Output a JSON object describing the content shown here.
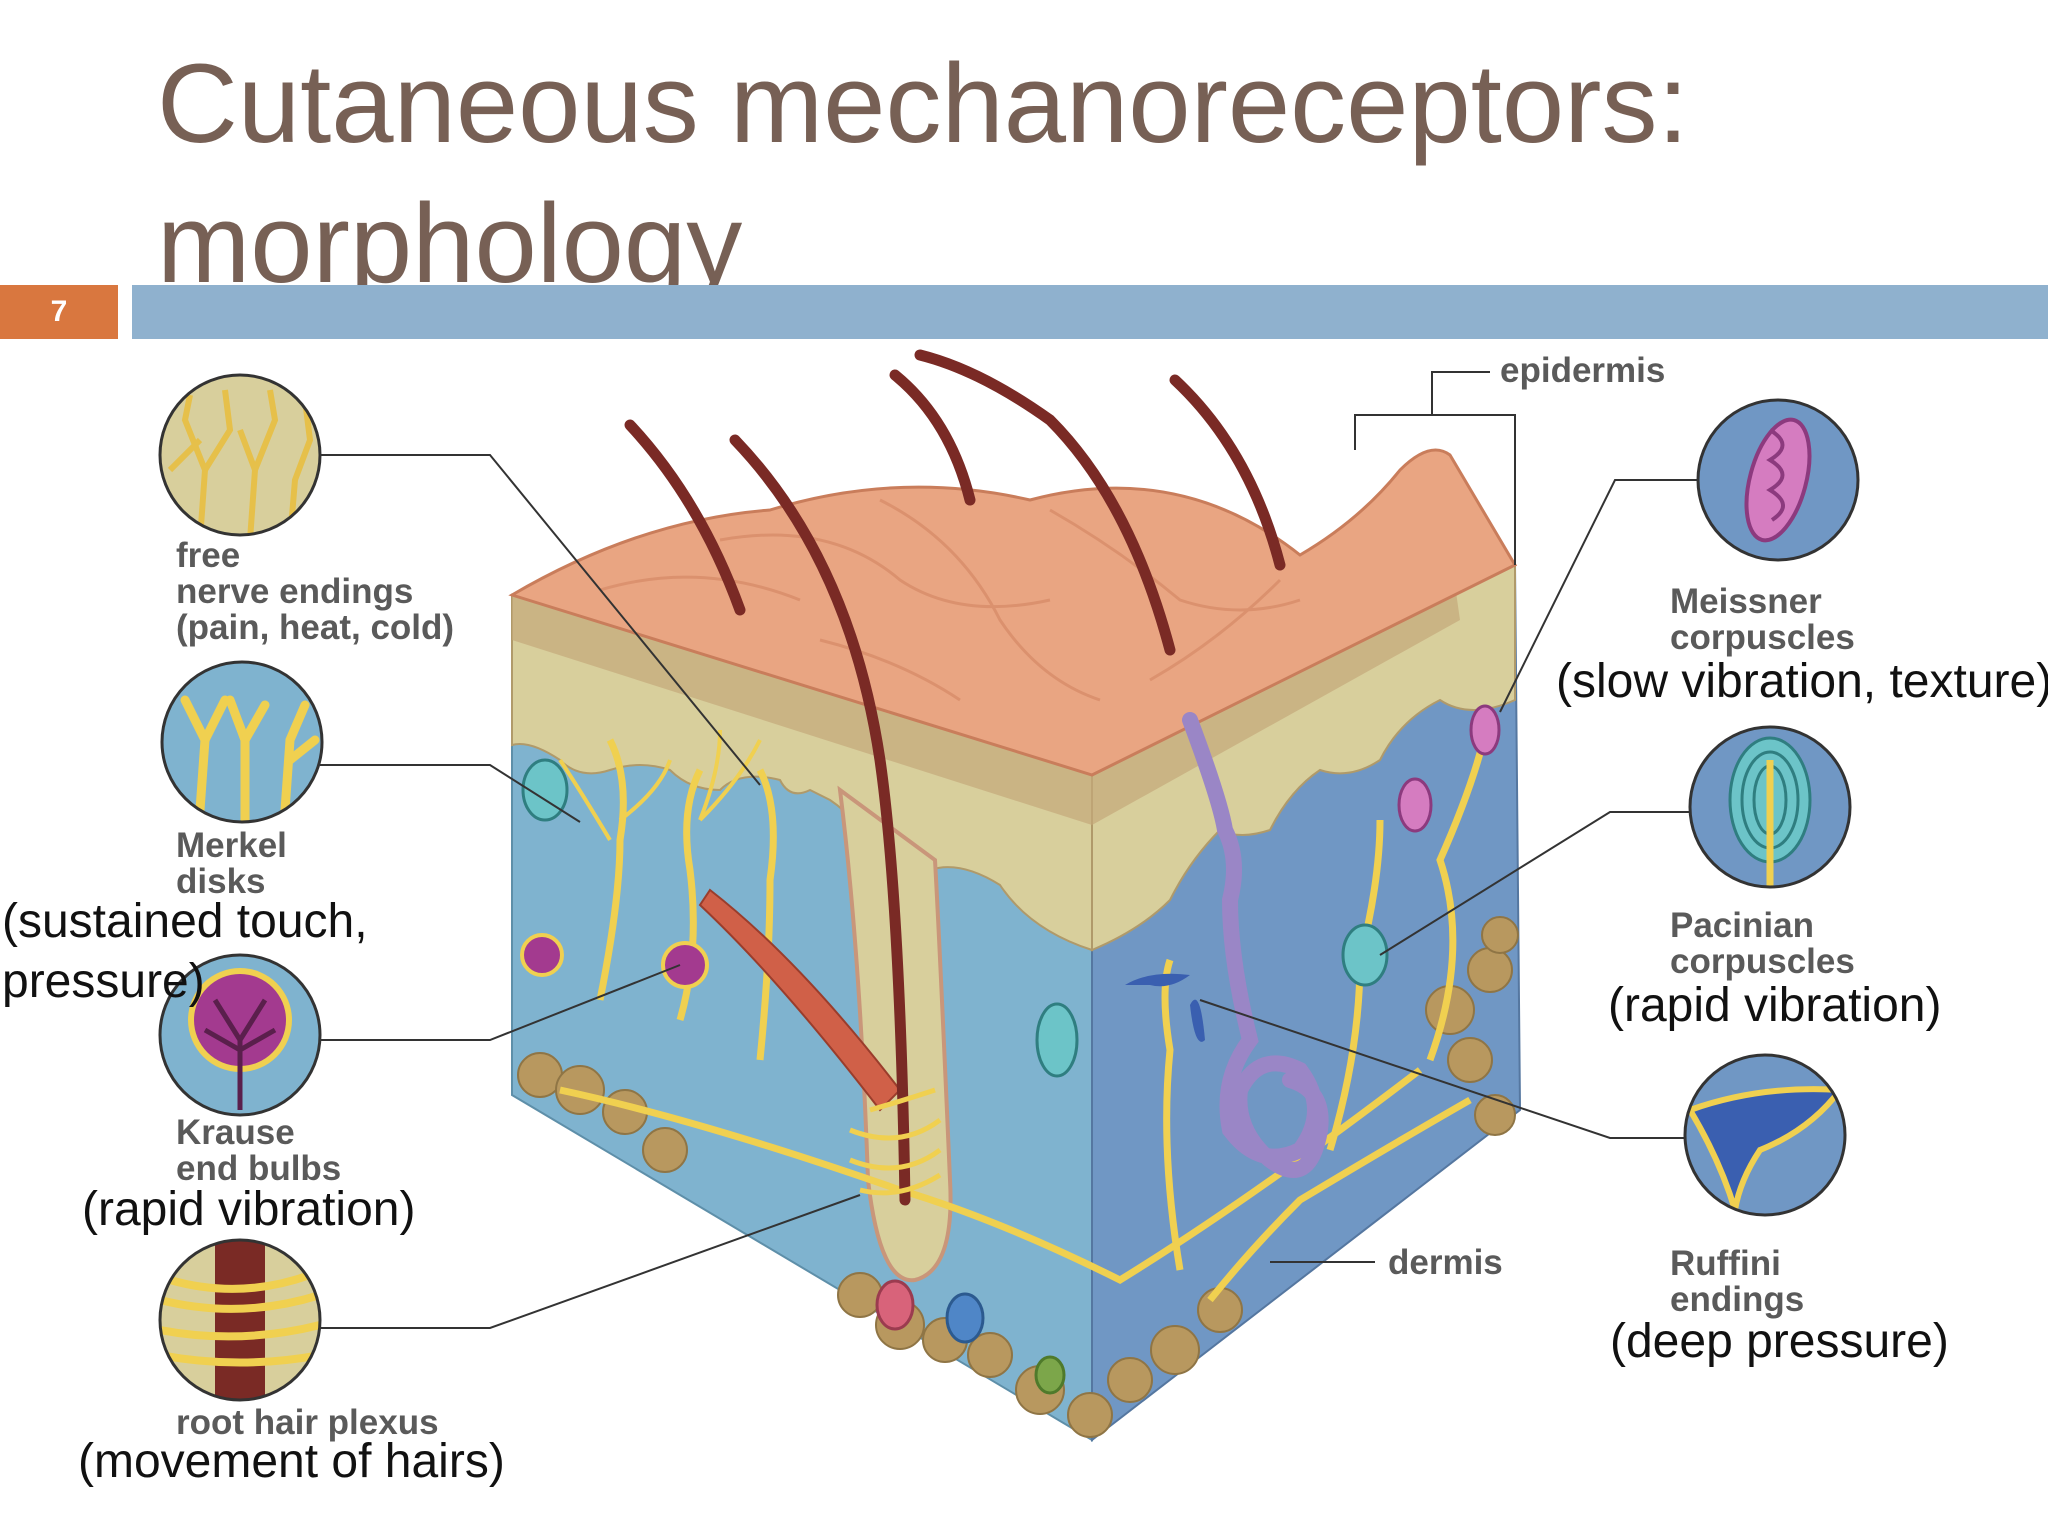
{
  "slide": {
    "title_line1": "Cutaneous mechanoreceptors:",
    "title_line2": "morphology",
    "slide_number": "7"
  },
  "labels": {
    "epidermis": "epidermis",
    "dermis": "dermis",
    "free_nerve_endings": "free\nnerve endings\n(pain, heat, cold)",
    "merkel_disks": "Merkel\ndisks",
    "krause_end_bulbs": "Krause\nend bulbs",
    "root_hair_plexus": "root hair plexus",
    "meissner_corpuscles": "Meissner\ncorpuscles",
    "pacinian_corpuscles": "Pacinian\ncorpuscles",
    "ruffini_endings": "Ruffini\nendings"
  },
  "annotations": {
    "merkel": "(sustained touch,\npressure)",
    "krause": "(rapid vibration)",
    "root_hair": "(movement of hairs)",
    "meissner": "(slow vibration, texture)",
    "pacinian": "(rapid vibration)",
    "ruffini": "(deep pressure)"
  },
  "colors": {
    "title": "#776055",
    "slide_number_bg": "#d9773f",
    "title_rule": "#8fb1ce",
    "skin_surface": "#e9a582",
    "dermis_blue": "#7fb3cf",
    "epidermis_tan": "#d8cf9c",
    "hair": "#7a2a25",
    "nerve": "#f0d050"
  }
}
